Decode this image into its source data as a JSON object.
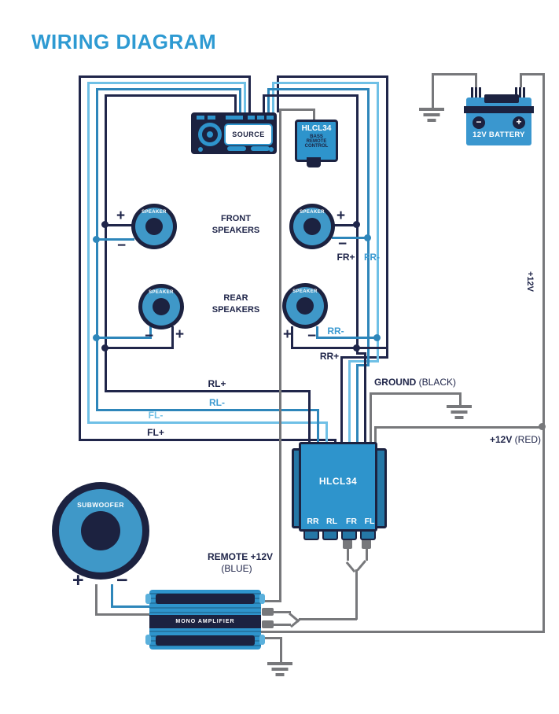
{
  "title": "WIRING DIAGRAM",
  "source": {
    "label": "SOURCE"
  },
  "bass_remote": {
    "model": "HLCL34",
    "line1": "BASS",
    "line2": "REMOTE",
    "line3": "CONTROL"
  },
  "battery": {
    "label": "12V BATTERY",
    "minus": "−",
    "plus": "+",
    "feed_label": "+12V"
  },
  "speaker_groups": {
    "front": "FRONT SPEAKERS",
    "rear": "REAR SPEAKERS"
  },
  "speaker_unit_label": "SPEAKER",
  "subwoofer": {
    "label": "SUBWOOFER"
  },
  "amplifier": {
    "label": "MONO AMPLIFIER"
  },
  "converter": {
    "model": "HLCL34",
    "ch1": "RR",
    "ch2": "RL",
    "ch3": "FR",
    "ch4": "FL"
  },
  "wires": {
    "fr_plus": "FR+",
    "fr_minus": "FR-",
    "rr_minus": "RR-",
    "rr_plus": "RR+",
    "rl_plus": "RL+",
    "rl_minus": "RL-",
    "fl_minus": "FL-",
    "fl_plus": "FL+",
    "ground": "GROUND",
    "ground_note": "(BLACK)",
    "power": "+12V",
    "power_note": "(RED)",
    "remote": "REMOTE +12V",
    "remote_note": "(BLUE)"
  },
  "signs": {
    "plus": "+",
    "minus": "−"
  },
  "colors": {
    "navy": "#20264a",
    "blue": "#2e94cc",
    "light_blue": "#6fc0e6",
    "wire_blue": "#2e86ba",
    "gray": "#77787b",
    "title_blue": "#2e9ad2"
  }
}
